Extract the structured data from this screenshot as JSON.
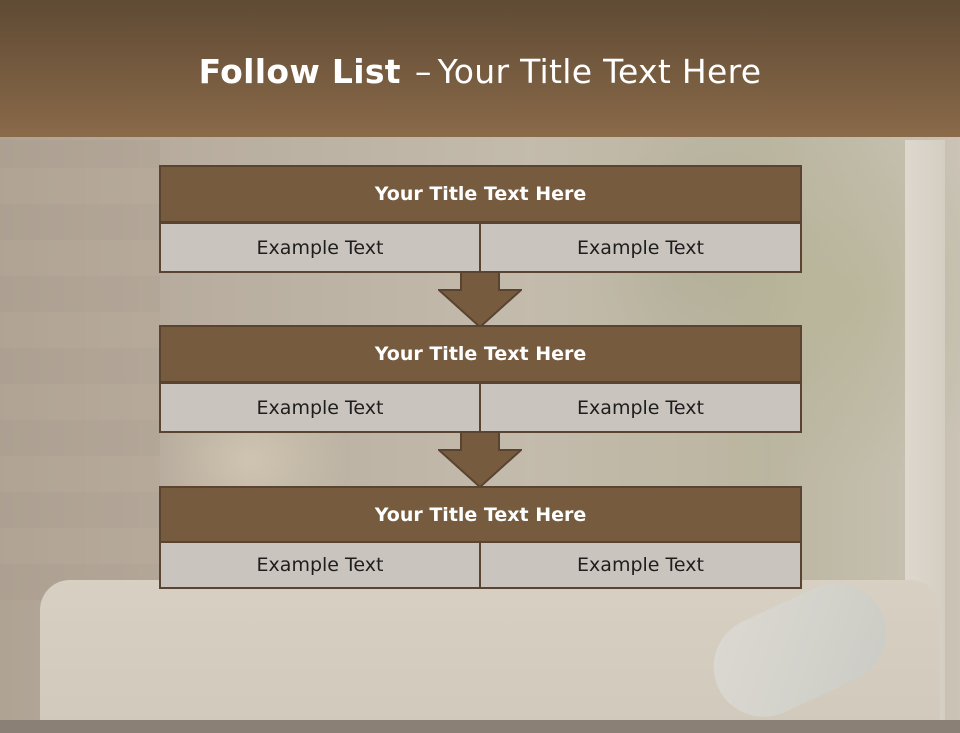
{
  "slide": {
    "title_bold": "Follow List",
    "title_dash": "–",
    "title_rest": "Your Title Text Here"
  },
  "blocks": [
    {
      "title": "Your Title Text Here",
      "left": "Example Text",
      "right": "Example Text"
    },
    {
      "title": "Your Title Text Here",
      "left": "Example Text",
      "right": "Example Text"
    },
    {
      "title": "Your Title Text Here",
      "left": "Example Text",
      "right": "Example Text"
    }
  ],
  "colors": {
    "header": "#7a5d41",
    "block_title": "#765b3e",
    "cell": "#c9c4bd",
    "border": "#5a4330",
    "arrow": "#765b3e"
  },
  "icons": {
    "connector": "down-arrow-icon"
  }
}
